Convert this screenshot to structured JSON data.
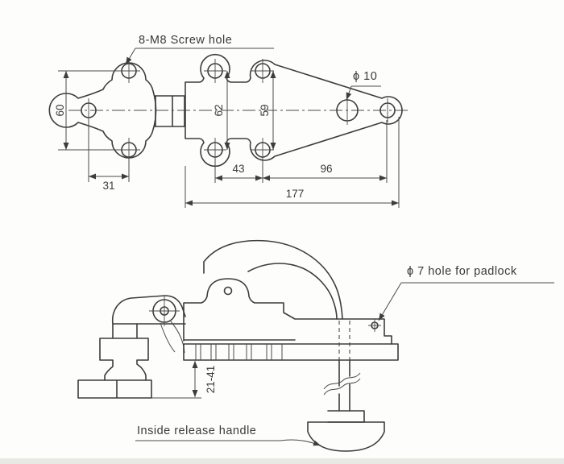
{
  "figure": {
    "title": "Cold storage door latch technical drawing",
    "background": "#fdfdfc",
    "line_color": "#3d3d3d",
    "labels": {
      "screw_hole": "8-M8  Screw hole",
      "dia10": "ϕ 10",
      "dia7": "ϕ 7 hole for padlock",
      "inside_release": "Inside release handle"
    },
    "dimensions": {
      "plate_height": "60",
      "plate_hole_offset": "31",
      "body_hole_spacing_left": "62",
      "body_hole_spacing_right": "59",
      "body_hole_pitch": "43",
      "arm_length": "96",
      "total_length": "177",
      "adjust_range": "21-41"
    }
  }
}
